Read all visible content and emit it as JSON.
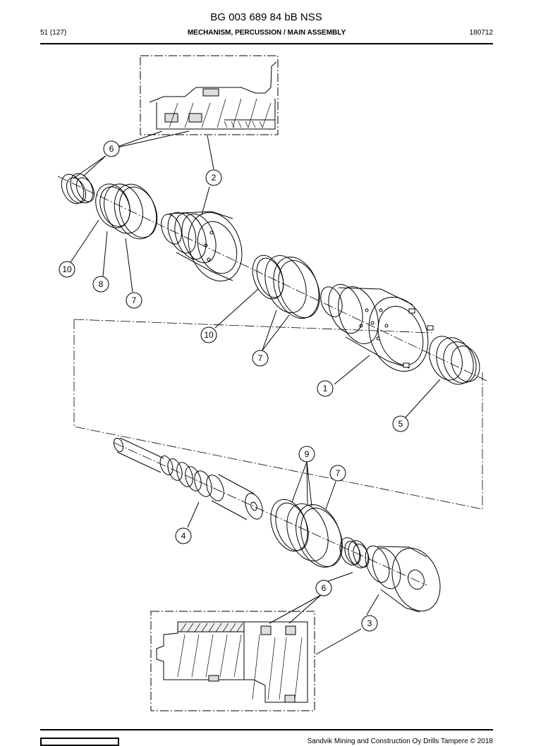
{
  "header": {
    "document_id": "BG 003 689 84 bB NSS",
    "page_ref": "51 (127)",
    "section_title": "MECHANISM, PERCUSSION / MAIN ASSEMBLY",
    "code": "180712"
  },
  "callouts": {
    "c6_top": "6",
    "c2": "2",
    "c10_left": "10",
    "c8": "8",
    "c7_left": "7",
    "c10_mid": "10",
    "c7_mid": "7",
    "c1": "1",
    "c5": "5",
    "c9": "9",
    "c7_lower": "7",
    "c4": "4",
    "c6_bottom": "6",
    "c3": "3"
  },
  "footer": {
    "copyright": "Sandvik Mining and Construction Oy Drills Tampere © 2018"
  }
}
